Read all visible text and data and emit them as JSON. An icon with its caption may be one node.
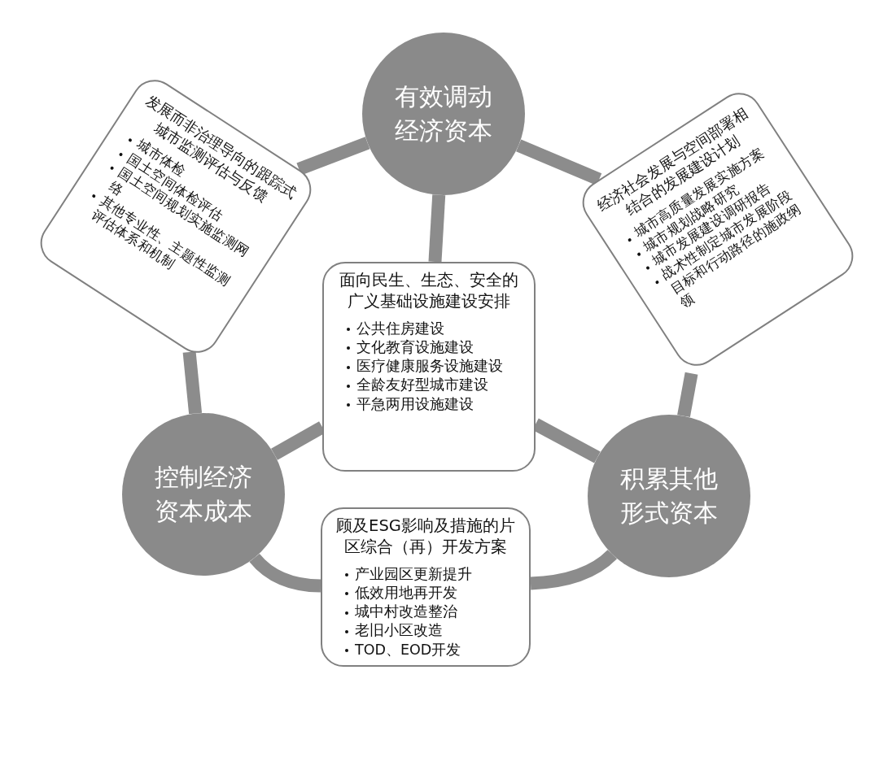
{
  "diagram": {
    "nodes": [
      {
        "text": [
          "有效调动经济资本"
        ]
      },
      {
        "text": [
          "发展而非治理导向的跟踪式城市监测评估与反馈",
          "城市体检",
          "国土空间体检评估",
          "国土空间规划实施监测网络",
          "其他专业性、主题性监测评估体系和机制"
        ]
      },
      {
        "text": [
          "经济社会发展与空间部署相结合的发展建设计划",
          "城市高质量发展实施方案",
          "城市规划战略研究",
          "城市发展建设调研报告",
          "战术性制定城市发展阶段目标和行动路径的施政纲领"
        ]
      },
      {
        "text": [
          "面向民生、生态、安全的广义基础设施建设安排",
          "公共住房建设",
          "文化教育设施建设",
          "医疗健康服务设施建设",
          "全龄友好型城市建设",
          "平急两用设施建设"
        ]
      },
      {
        "text": [
          "控制经济资本成本"
        ]
      },
      {
        "text": [
          "积累其他形式资本"
        ]
      },
      {
        "text": [
          "顾及ESG影响及措施的片区综合（再）开发方案",
          "产业园区更新提升",
          "低效用地再开发",
          "城中村改造整治",
          "老旧小区改造",
          "TOD、EOD开发"
        ]
      }
    ],
    "edges": [
      {
        "from": 0,
        "to": 1,
        "arrow": "none"
      },
      {
        "from": 1,
        "to": 4,
        "arrow": "none"
      },
      {
        "from": 0,
        "to": 2,
        "arrow": "none"
      },
      {
        "from": 2,
        "to": 5,
        "arrow": "none"
      },
      {
        "from": 0,
        "to": 3,
        "arrow": "none"
      },
      {
        "from": 3,
        "to": 4,
        "arrow": "none"
      },
      {
        "from": 3,
        "to": 5,
        "arrow": "none"
      },
      {
        "from": 4,
        "to": 6,
        "arrow": "none"
      },
      {
        "from": 6,
        "to": 5,
        "arrow": "none"
      }
    ]
  }
}
